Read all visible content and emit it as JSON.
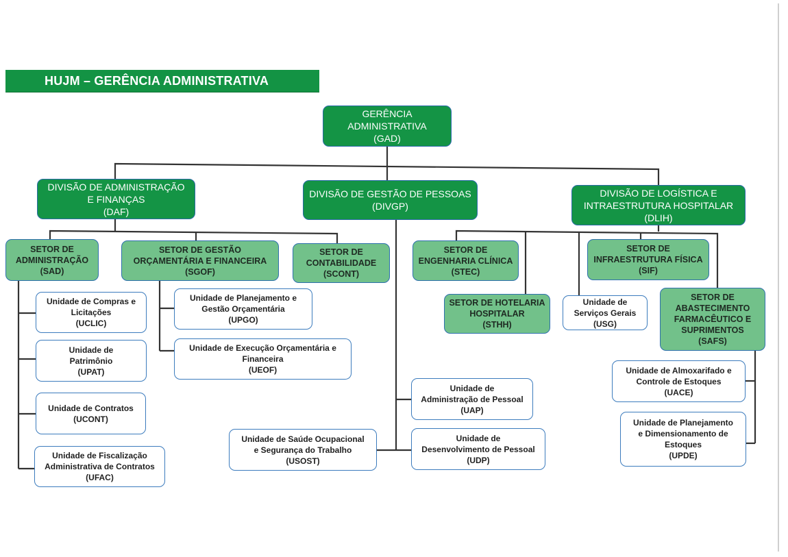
{
  "banner": {
    "title": "HUJM – GERÊNCIA ADMINISTRATIVA"
  },
  "colors": {
    "division_fill": "#149445",
    "sector_fill": "#72c18a",
    "unit_fill": "#ffffff",
    "border": "#2e6fae",
    "connector": "#333333"
  },
  "root": {
    "lines": [
      "GERÊNCIA",
      "ADMINISTRATIVA",
      "(GAD)"
    ]
  },
  "divisions": {
    "daf": {
      "lines": [
        "DIVISÃO DE ADMINISTRAÇÃO",
        "E FINANÇAS",
        "(DAF)"
      ]
    },
    "divgp": {
      "lines": [
        "DIVISÃO DE GESTÃO DE PESSOAS",
        "(DIVGP)"
      ]
    },
    "dlih": {
      "lines": [
        "DIVISÃO DE LOGÍSTICA E",
        "INTRAESTRUTURA HOSPITALAR",
        "(DLIH)"
      ]
    }
  },
  "sectors": {
    "sad": {
      "lines": [
        "SETOR DE",
        "ADMINISTRAÇÃO",
        "(SAD)"
      ]
    },
    "sgof": {
      "lines": [
        "SETOR DE GESTÃO",
        "ORÇAMENTÁRIA E FINANCEIRA",
        "(SGOF)"
      ]
    },
    "scont": {
      "lines": [
        "SETOR DE",
        "CONTABILIDADE",
        "(SCONT)"
      ]
    },
    "stec": {
      "lines": [
        "SETOR DE",
        "ENGENHARIA CLÍNICA",
        "(STEC)"
      ]
    },
    "sthh": {
      "lines": [
        "SETOR DE HOTELARIA",
        "HOSPITALAR",
        "(STHH)"
      ]
    },
    "sif": {
      "lines": [
        "SETOR DE",
        "INFRAESTRUTURA FÍSICA",
        "(SIF)"
      ]
    },
    "safs": {
      "lines": [
        "SETOR DE",
        "ABASTECIMENTO",
        "FARMACÊUTICO E",
        "SUPRIMENTOS",
        "(SAFS)"
      ]
    }
  },
  "units": {
    "uclic": {
      "lines": [
        "Unidade de Compras e",
        "Licitações",
        "(UCLIC)"
      ]
    },
    "upat": {
      "lines": [
        "Unidade de",
        "Patrimônio",
        "(UPAT)"
      ]
    },
    "ucont": {
      "lines": [
        "Unidade de Contratos",
        "(UCONT)"
      ]
    },
    "ufac": {
      "lines": [
        "Unidade de Fiscalização",
        "Administrativa de Contratos",
        "(UFAC)"
      ]
    },
    "upgo": {
      "lines": [
        "Unidade de Planejamento e",
        "Gestão Orçamentária",
        "(UPGO)"
      ]
    },
    "ueof": {
      "lines": [
        "Unidade de Execução Orçamentária e",
        "Financeira",
        "(UEOF)"
      ]
    },
    "uap": {
      "lines": [
        "Unidade de",
        "Administração de Pessoal",
        "(UAP)"
      ]
    },
    "udp": {
      "lines": [
        "Unidade de",
        "Desenvolvimento de Pessoal",
        "(UDP)"
      ]
    },
    "usost": {
      "lines": [
        "Unidade de Saúde Ocupacional",
        "e Segurança do Trabalho",
        "(USOST)"
      ]
    },
    "usg": {
      "lines": [
        "Unidade de",
        "Serviços Gerais",
        "(USG)"
      ]
    },
    "uace": {
      "lines": [
        "Unidade de Almoxarifado e",
        "Controle de Estoques",
        "(UACE)"
      ]
    },
    "upde": {
      "lines": [
        "Unidade de Planejamento",
        "e Dimensionamento de",
        "Estoques",
        "(UPDE)"
      ]
    }
  }
}
